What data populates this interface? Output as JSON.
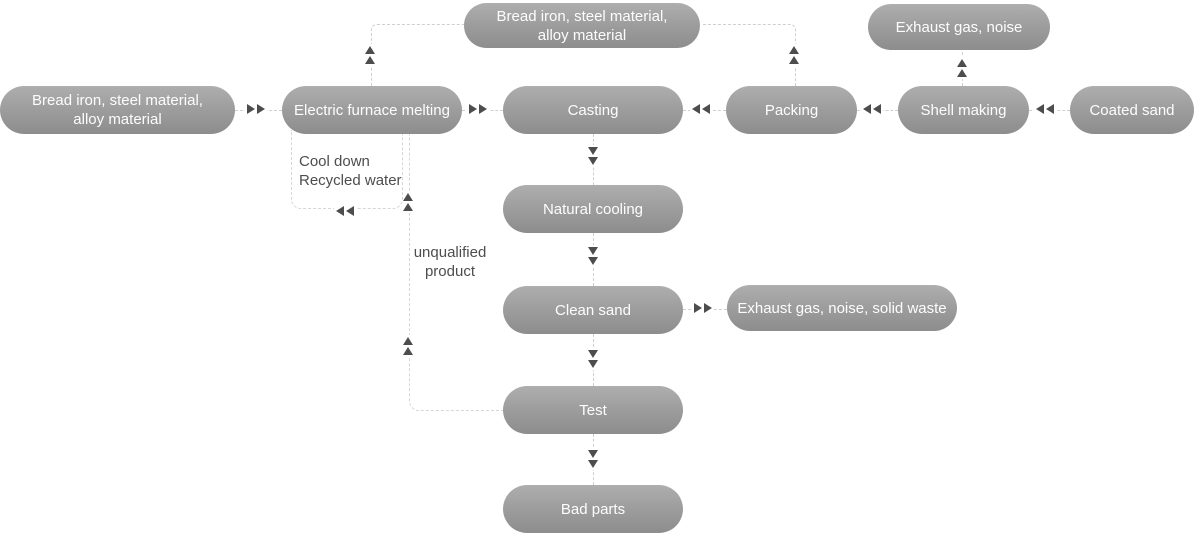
{
  "nodes": {
    "top_material": {
      "label": "Bread iron, steel material,\nalloy material"
    },
    "top_exhaust": {
      "label": "Exhaust gas, noise"
    },
    "left_material": {
      "label": "Bread iron, steel material,\nalloy material"
    },
    "melting": {
      "label": "Electric furnace melting"
    },
    "casting": {
      "label": "Casting"
    },
    "packing": {
      "label": "Packing"
    },
    "shell_making": {
      "label": "Shell making"
    },
    "coated_sand": {
      "label": "Coated sand"
    },
    "natural_cooling": {
      "label": "Natural cooling"
    },
    "clean_sand": {
      "label": "Clean sand"
    },
    "exhaust_waste": {
      "label": "Exhaust gas, noise, solid waste"
    },
    "test": {
      "label": "Test"
    },
    "bad_parts": {
      "label": "Bad parts"
    }
  },
  "annotations": {
    "cool_down": "Cool down\nRecycled water",
    "unqualified": "unqualified\nproduct"
  },
  "edges": [
    {
      "from": "left_material",
      "to": "melting",
      "style": "dashed-double-chevron"
    },
    {
      "from": "melting",
      "to": "casting",
      "style": "dashed-double-chevron"
    },
    {
      "from": "packing",
      "to": "casting",
      "style": "dashed-double-chevron"
    },
    {
      "from": "shell_making",
      "to": "packing",
      "style": "dashed-double-chevron"
    },
    {
      "from": "coated_sand",
      "to": "shell_making",
      "style": "dashed-double-chevron"
    },
    {
      "from": "melting",
      "to": "top_material",
      "style": "dashed-elbow-up"
    },
    {
      "from": "packing",
      "to": "top_material",
      "style": "dashed-elbow-up"
    },
    {
      "from": "shell_making",
      "to": "top_exhaust",
      "style": "dashed-double-chevron"
    },
    {
      "from": "casting",
      "to": "natural_cooling",
      "style": "dashed-double-chevron"
    },
    {
      "from": "natural_cooling",
      "to": "clean_sand",
      "style": "dashed-double-chevron"
    },
    {
      "from": "clean_sand",
      "to": "exhaust_waste",
      "style": "dashed-double-chevron"
    },
    {
      "from": "clean_sand",
      "to": "test",
      "style": "dashed-double-chevron"
    },
    {
      "from": "test",
      "to": "bad_parts",
      "style": "dashed-double-chevron"
    },
    {
      "from": "test",
      "to": "melting",
      "style": "dashed-elbow-up",
      "label": "unqualified product"
    },
    {
      "from": "melting",
      "to": "melting",
      "style": "dashed-loop",
      "label": "Cool down Recycled water"
    }
  ],
  "colors": {
    "background": "#ffffff",
    "pill_gradient_top": "#aeaeae",
    "pill_gradient_bottom": "#8d8d8d",
    "pill_text": "#fdfdfd",
    "dashed_line": "#cfcfcf",
    "arrow": "#4d4d4d",
    "annotation_text": "#4d4d4d"
  }
}
